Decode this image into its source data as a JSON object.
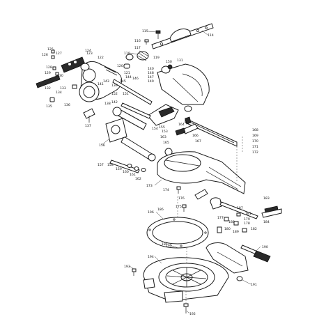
{
  "diagram": {
    "labels": [
      {
        "id": "l115",
        "text": "115"
      },
      {
        "id": "l114",
        "text": "114"
      },
      {
        "id": "l116",
        "text": "116"
      },
      {
        "id": "l117",
        "text": "117"
      },
      {
        "id": "l118",
        "text": "118"
      },
      {
        "id": "l119",
        "text": "119"
      },
      {
        "id": "l120",
        "text": "120"
      },
      {
        "id": "l125",
        "text": "125"
      },
      {
        "id": "l126",
        "text": "126"
      },
      {
        "id": "l127",
        "text": "127"
      },
      {
        "id": "l124",
        "text": "124"
      },
      {
        "id": "l128",
        "text": "128"
      },
      {
        "id": "l129",
        "text": "129"
      },
      {
        "id": "l122",
        "text": "122"
      },
      {
        "id": "l123",
        "text": "123"
      },
      {
        "id": "l121",
        "text": "121"
      },
      {
        "id": "l130",
        "text": "130"
      },
      {
        "id": "l131",
        "text": "131"
      },
      {
        "id": "l132",
        "text": "132"
      },
      {
        "id": "l133",
        "text": "133"
      },
      {
        "id": "l134",
        "text": "134"
      },
      {
        "id": "l135",
        "text": "135"
      },
      {
        "id": "l136",
        "text": "136"
      },
      {
        "id": "l137",
        "text": "137"
      },
      {
        "id": "l138",
        "text": "138"
      },
      {
        "id": "l139",
        "text": "139"
      },
      {
        "id": "l140",
        "text": "140"
      },
      {
        "id": "l141",
        "text": "141"
      },
      {
        "id": "l142",
        "text": "142"
      },
      {
        "id": "l143",
        "text": "143"
      },
      {
        "id": "l144",
        "text": "144"
      },
      {
        "id": "l145",
        "text": "145"
      },
      {
        "id": "l146",
        "text": "146"
      },
      {
        "id": "l147",
        "text": "147"
      },
      {
        "id": "l148",
        "text": "148"
      },
      {
        "id": "l149",
        "text": "149"
      },
      {
        "id": "l150",
        "text": "150"
      },
      {
        "id": "l151",
        "text": "151"
      },
      {
        "id": "l152",
        "text": "152"
      },
      {
        "id": "l153",
        "text": "153"
      },
      {
        "id": "l154",
        "text": "154"
      },
      {
        "id": "l155",
        "text": "155"
      },
      {
        "id": "l156",
        "text": "156"
      },
      {
        "id": "l157",
        "text": "157"
      },
      {
        "id": "l158",
        "text": "158"
      },
      {
        "id": "l159",
        "text": "159"
      },
      {
        "id": "l160",
        "text": "160"
      },
      {
        "id": "l161",
        "text": "161"
      },
      {
        "id": "l162",
        "text": "162"
      },
      {
        "id": "l163",
        "text": "163"
      },
      {
        "id": "l164",
        "text": "164"
      },
      {
        "id": "l165",
        "text": "165"
      },
      {
        "id": "l166",
        "text": "166"
      },
      {
        "id": "l167",
        "text": "167"
      },
      {
        "id": "l168",
        "text": "168"
      },
      {
        "id": "l169",
        "text": "169"
      },
      {
        "id": "l170",
        "text": "170"
      },
      {
        "id": "l171",
        "text": "171"
      },
      {
        "id": "l172",
        "text": "172"
      },
      {
        "id": "l173",
        "text": "173"
      },
      {
        "id": "l174",
        "text": "174"
      },
      {
        "id": "l175",
        "text": "175"
      },
      {
        "id": "l176",
        "text": "176"
      },
      {
        "id": "l177",
        "text": "177"
      },
      {
        "id": "l178",
        "text": "178"
      },
      {
        "id": "l179",
        "text": "179"
      },
      {
        "id": "l180",
        "text": "180"
      },
      {
        "id": "l181",
        "text": "181"
      },
      {
        "id": "l182",
        "text": "182"
      },
      {
        "id": "l183",
        "text": "183"
      },
      {
        "id": "l184",
        "text": "184"
      },
      {
        "id": "l185",
        "text": "185"
      },
      {
        "id": "l186",
        "text": "186"
      },
      {
        "id": "l187",
        "text": "187"
      },
      {
        "id": "l188",
        "text": "188"
      },
      {
        "id": "l189",
        "text": "189"
      },
      {
        "id": "l190",
        "text": "190"
      },
      {
        "id": "l191",
        "text": "191"
      },
      {
        "id": "l192",
        "text": "192"
      },
      {
        "id": "l193",
        "text": "193"
      },
      {
        "id": "l194",
        "text": "194"
      },
      {
        "id": "l195",
        "text": "195"
      },
      {
        "id": "l196",
        "text": "196"
      }
    ]
  }
}
